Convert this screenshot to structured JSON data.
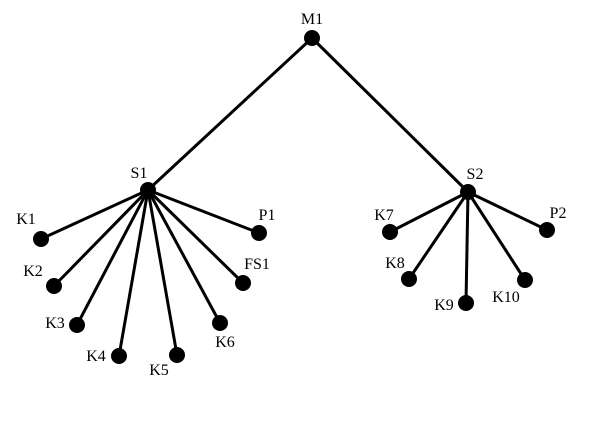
{
  "nodes": {
    "M1": {
      "label": "M1"
    },
    "S1": {
      "label": "S1"
    },
    "S2": {
      "label": "S2"
    },
    "K1": {
      "label": "K1"
    },
    "K2": {
      "label": "K2"
    },
    "K3": {
      "label": "K3"
    },
    "K4": {
      "label": "K4"
    },
    "K5": {
      "label": "K5"
    },
    "K6": {
      "label": "K6"
    },
    "FS1": {
      "label": "FS1"
    },
    "P1": {
      "label": "P1"
    },
    "K7": {
      "label": "K7"
    },
    "K8": {
      "label": "K8"
    },
    "K9": {
      "label": "K9"
    },
    "K10": {
      "label": "K10"
    },
    "P2": {
      "label": "P2"
    }
  },
  "edges": [
    [
      "M1",
      "S1"
    ],
    [
      "M1",
      "S2"
    ],
    [
      "S1",
      "K1"
    ],
    [
      "S1",
      "K2"
    ],
    [
      "S1",
      "K3"
    ],
    [
      "S1",
      "K4"
    ],
    [
      "S1",
      "K5"
    ],
    [
      "S1",
      "K6"
    ],
    [
      "S1",
      "FS1"
    ],
    [
      "S1",
      "P1"
    ],
    [
      "S2",
      "K7"
    ],
    [
      "S2",
      "K8"
    ],
    [
      "S2",
      "K9"
    ],
    [
      "S2",
      "K10"
    ],
    [
      "S2",
      "P2"
    ]
  ]
}
